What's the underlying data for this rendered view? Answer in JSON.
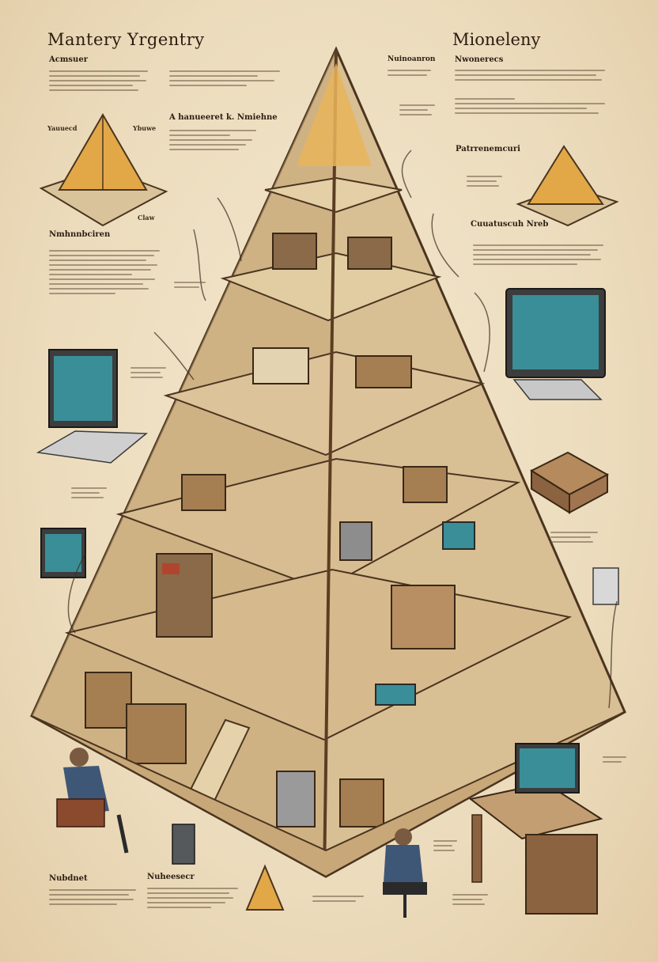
{
  "titles": {
    "left": "Mantery Yrgentry",
    "right": "Mioneleny"
  },
  "headings": {
    "top_left": "Acmsuer",
    "top_center_left": "Nuinoanron",
    "top_right": "Nwonerecs",
    "mid_left": "A hanueeret k. Nmiehne",
    "mid_right_1": "Patrrenemcuri",
    "mid_right_2": "Cuuatuscuh Nreb",
    "left_side": "Nmhnnbciren",
    "bottom_left_1": "Nubdnet",
    "bottom_left_2": "Nuheesecr"
  },
  "captions": {
    "pyr_left_a": "Yauuecd",
    "pyr_left_b": "Ybuwe",
    "pyr_left_c": "Claw"
  },
  "colors": {
    "paper": "#efe0c4",
    "ink": "#2a1d10",
    "wood": "#c9a879",
    "wood_dark": "#7a5532",
    "screen": "#2f7c86",
    "gold": "#e2a847"
  }
}
